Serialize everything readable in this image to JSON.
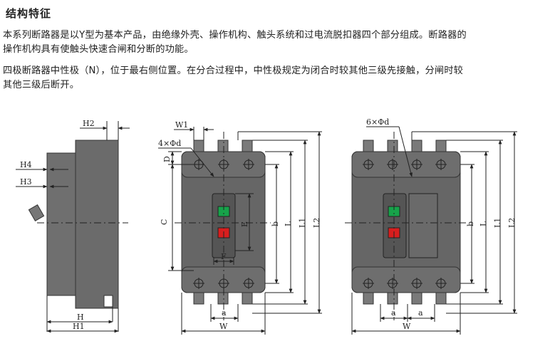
{
  "heading": "结构特征",
  "paragraphs": [
    [
      "本系列断路器是以Y型为基本产品，由绝缘外壳、操作机构、触头系统和过电流脱扣器四个部分组成。断路器的",
      "操作机构具有使触头快速合闸和分断的功能。"
    ],
    [
      "四极断路器中性极（N），位于最右侧位置。在分合过程中，中性极规定为闭合时较其他三级先接触，分闸时较",
      "其他三级后断开。"
    ]
  ],
  "labels": {
    "side": {
      "h2": "H2",
      "h4": "H4",
      "h3": "H3",
      "h": "H",
      "h1": "H1"
    },
    "three_pole": {
      "w1": "W1",
      "holes": "4×Φd",
      "d": "D",
      "c": "C",
      "e": "E",
      "f": "F",
      "b": "b",
      "l": "L",
      "l1": "L1",
      "l2": "L2",
      "a": "a",
      "w": "W"
    },
    "four_pole": {
      "holes": "6×Φd",
      "b": "b",
      "l": "L",
      "l1": "L1",
      "l2": "L2",
      "a1": "a",
      "a2": "a",
      "w": "W"
    }
  },
  "colors": {
    "body": "#6b6b6b",
    "body_dark": "#555555",
    "terminal": "#7a7a7a",
    "green": "#17a34a",
    "red": "#d81e1e",
    "line": "#222222"
  }
}
